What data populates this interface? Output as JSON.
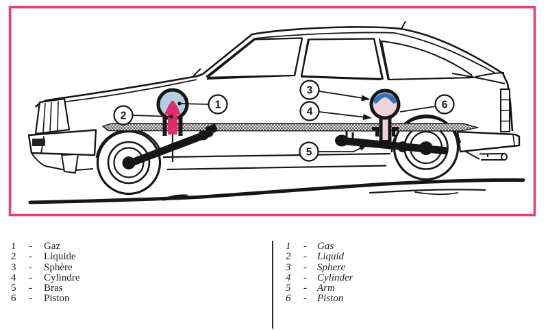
{
  "diagram": {
    "subject": "hydropneumatic suspension car cutaway",
    "callouts": [
      "1",
      "2",
      "3",
      "4",
      "5",
      "6"
    ]
  },
  "colors": {
    "frame": "#e63f6f",
    "ink": "#161616",
    "front_sphere_gas": "#b5cfe2",
    "front_liquid": "#e02a6a",
    "rear_sphere_gas": "#2e72bb",
    "rear_liquid": "#f0d0da"
  },
  "legend_fr": {
    "items": [
      {
        "num": "1",
        "sep": "-",
        "label": "Gaz"
      },
      {
        "num": "2",
        "sep": "-",
        "label": "Liquide"
      },
      {
        "num": "3",
        "sep": "-",
        "label": "Sphère"
      },
      {
        "num": "4",
        "sep": "-",
        "label": "Cylindre"
      },
      {
        "num": "5",
        "sep": "-",
        "label": "Bras"
      },
      {
        "num": "6",
        "sep": "-",
        "label": "Piston"
      }
    ]
  },
  "legend_en": {
    "items": [
      {
        "num": "1",
        "sep": "-",
        "label": "Gas"
      },
      {
        "num": "2",
        "sep": "-",
        "label": "Liquid"
      },
      {
        "num": "3",
        "sep": "-",
        "label": "Sphere"
      },
      {
        "num": "4",
        "sep": "-",
        "label": "Cylinder"
      },
      {
        "num": "5",
        "sep": "-",
        "label": "Arm"
      },
      {
        "num": "6",
        "sep": "-",
        "label": "Piston"
      }
    ]
  }
}
